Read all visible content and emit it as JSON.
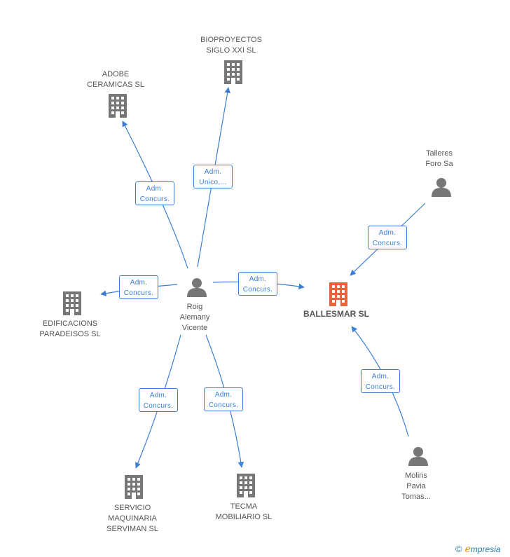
{
  "nodes": {
    "biopro": {
      "lines": [
        "BIOPROYECTOS",
        "SIGLO XXI SL"
      ]
    },
    "adobe": {
      "lines": [
        "ADOBE",
        "CERAMICAS SL"
      ]
    },
    "talleres": {
      "lines": [
        "Talleres",
        "Foro Sa"
      ]
    },
    "roig": {
      "lines": [
        "Roig",
        "Alemany",
        "Vicente"
      ]
    },
    "ballesmar": {
      "lines": [
        "BALLESMAR SL"
      ]
    },
    "edif": {
      "lines": [
        "EDIFICACIONS",
        "PARADEISOS SL"
      ]
    },
    "servicio": {
      "lines": [
        "SERVICIO",
        "MAQUINARIA",
        "SERVIMAN SL"
      ]
    },
    "tecma": {
      "lines": [
        "TECMA",
        "MOBILIARIO SL"
      ]
    },
    "molins": {
      "lines": [
        "Molins",
        "Pavia",
        "Tomas..."
      ]
    }
  },
  "relations": {
    "adobe": [
      "Adm.",
      "Concurs."
    ],
    "biopro": [
      "Adm.",
      "Unico,..."
    ],
    "talleres": [
      "Adm.",
      "Concurs."
    ],
    "edif": [
      "Adm.",
      "Concurs."
    ],
    "ballesmar": [
      "Adm.",
      "Concurs."
    ],
    "servicio": [
      "Adm.",
      "Concurs."
    ],
    "tecma": [
      "Adm.",
      "Concurs."
    ],
    "molins": [
      "Adm.",
      "Concurs."
    ]
  },
  "colors": {
    "edge": "#3a7fd5",
    "company": "#777777",
    "focus_company": "#e8623a",
    "person": "#777777"
  },
  "footer": {
    "copyright": "©",
    "brand_initial": "e",
    "brand_rest": "mpresia"
  }
}
